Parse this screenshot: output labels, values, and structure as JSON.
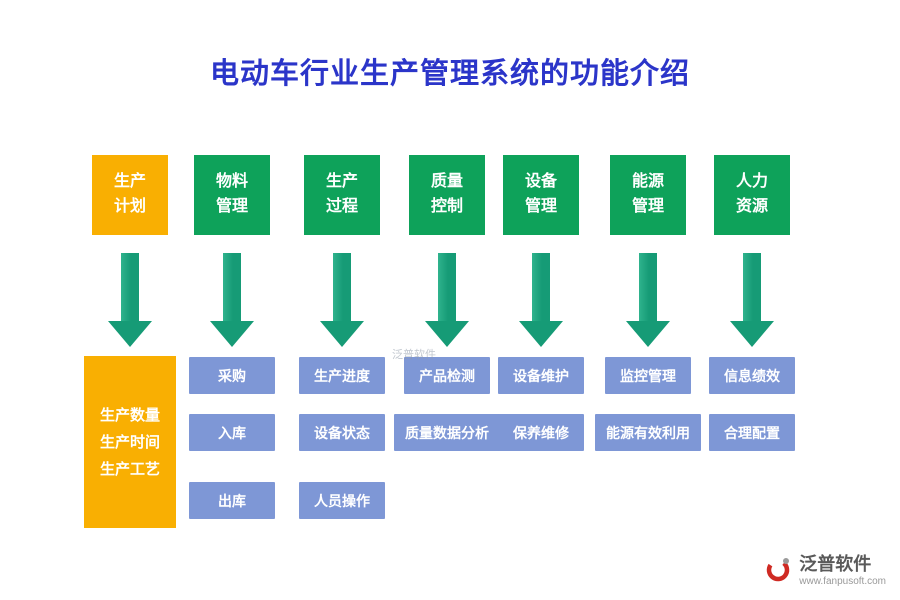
{
  "title": "电动车行业生产管理系统的功能介绍",
  "watermark": "泛普软件",
  "columns": [
    {
      "header": "生产\n计划",
      "style": "orange",
      "panel_lines": "生产数量\n生产时间\n生产工艺",
      "items": []
    },
    {
      "header": "物料\n管理",
      "style": "green",
      "items": [
        "采购",
        "入库",
        "出库"
      ]
    },
    {
      "header": "生产\n过程",
      "style": "green",
      "items": [
        "生产进度",
        "设备状态",
        "人员操作"
      ]
    },
    {
      "header": "质量\n控制",
      "style": "green",
      "items": [
        "产品检测",
        "质量数据分析"
      ]
    },
    {
      "header": "设备\n管理",
      "style": "green",
      "items": [
        "设备维护",
        "保养维修"
      ]
    },
    {
      "header": "能源\n管理",
      "style": "green",
      "items": [
        "监控管理",
        "能源有效利用"
      ]
    },
    {
      "header": "人力\n资源",
      "style": "green",
      "items": [
        "信息绩效",
        "合理配置"
      ]
    }
  ],
  "footer": {
    "brand": "泛普软件",
    "url": "www.fanpusoft.com"
  },
  "colors": {
    "title": "#2B35C9",
    "orange": "#F9AF02",
    "green": "#0EA25A",
    "arrow": "#169B76",
    "item_blue": "#7E97D6"
  }
}
